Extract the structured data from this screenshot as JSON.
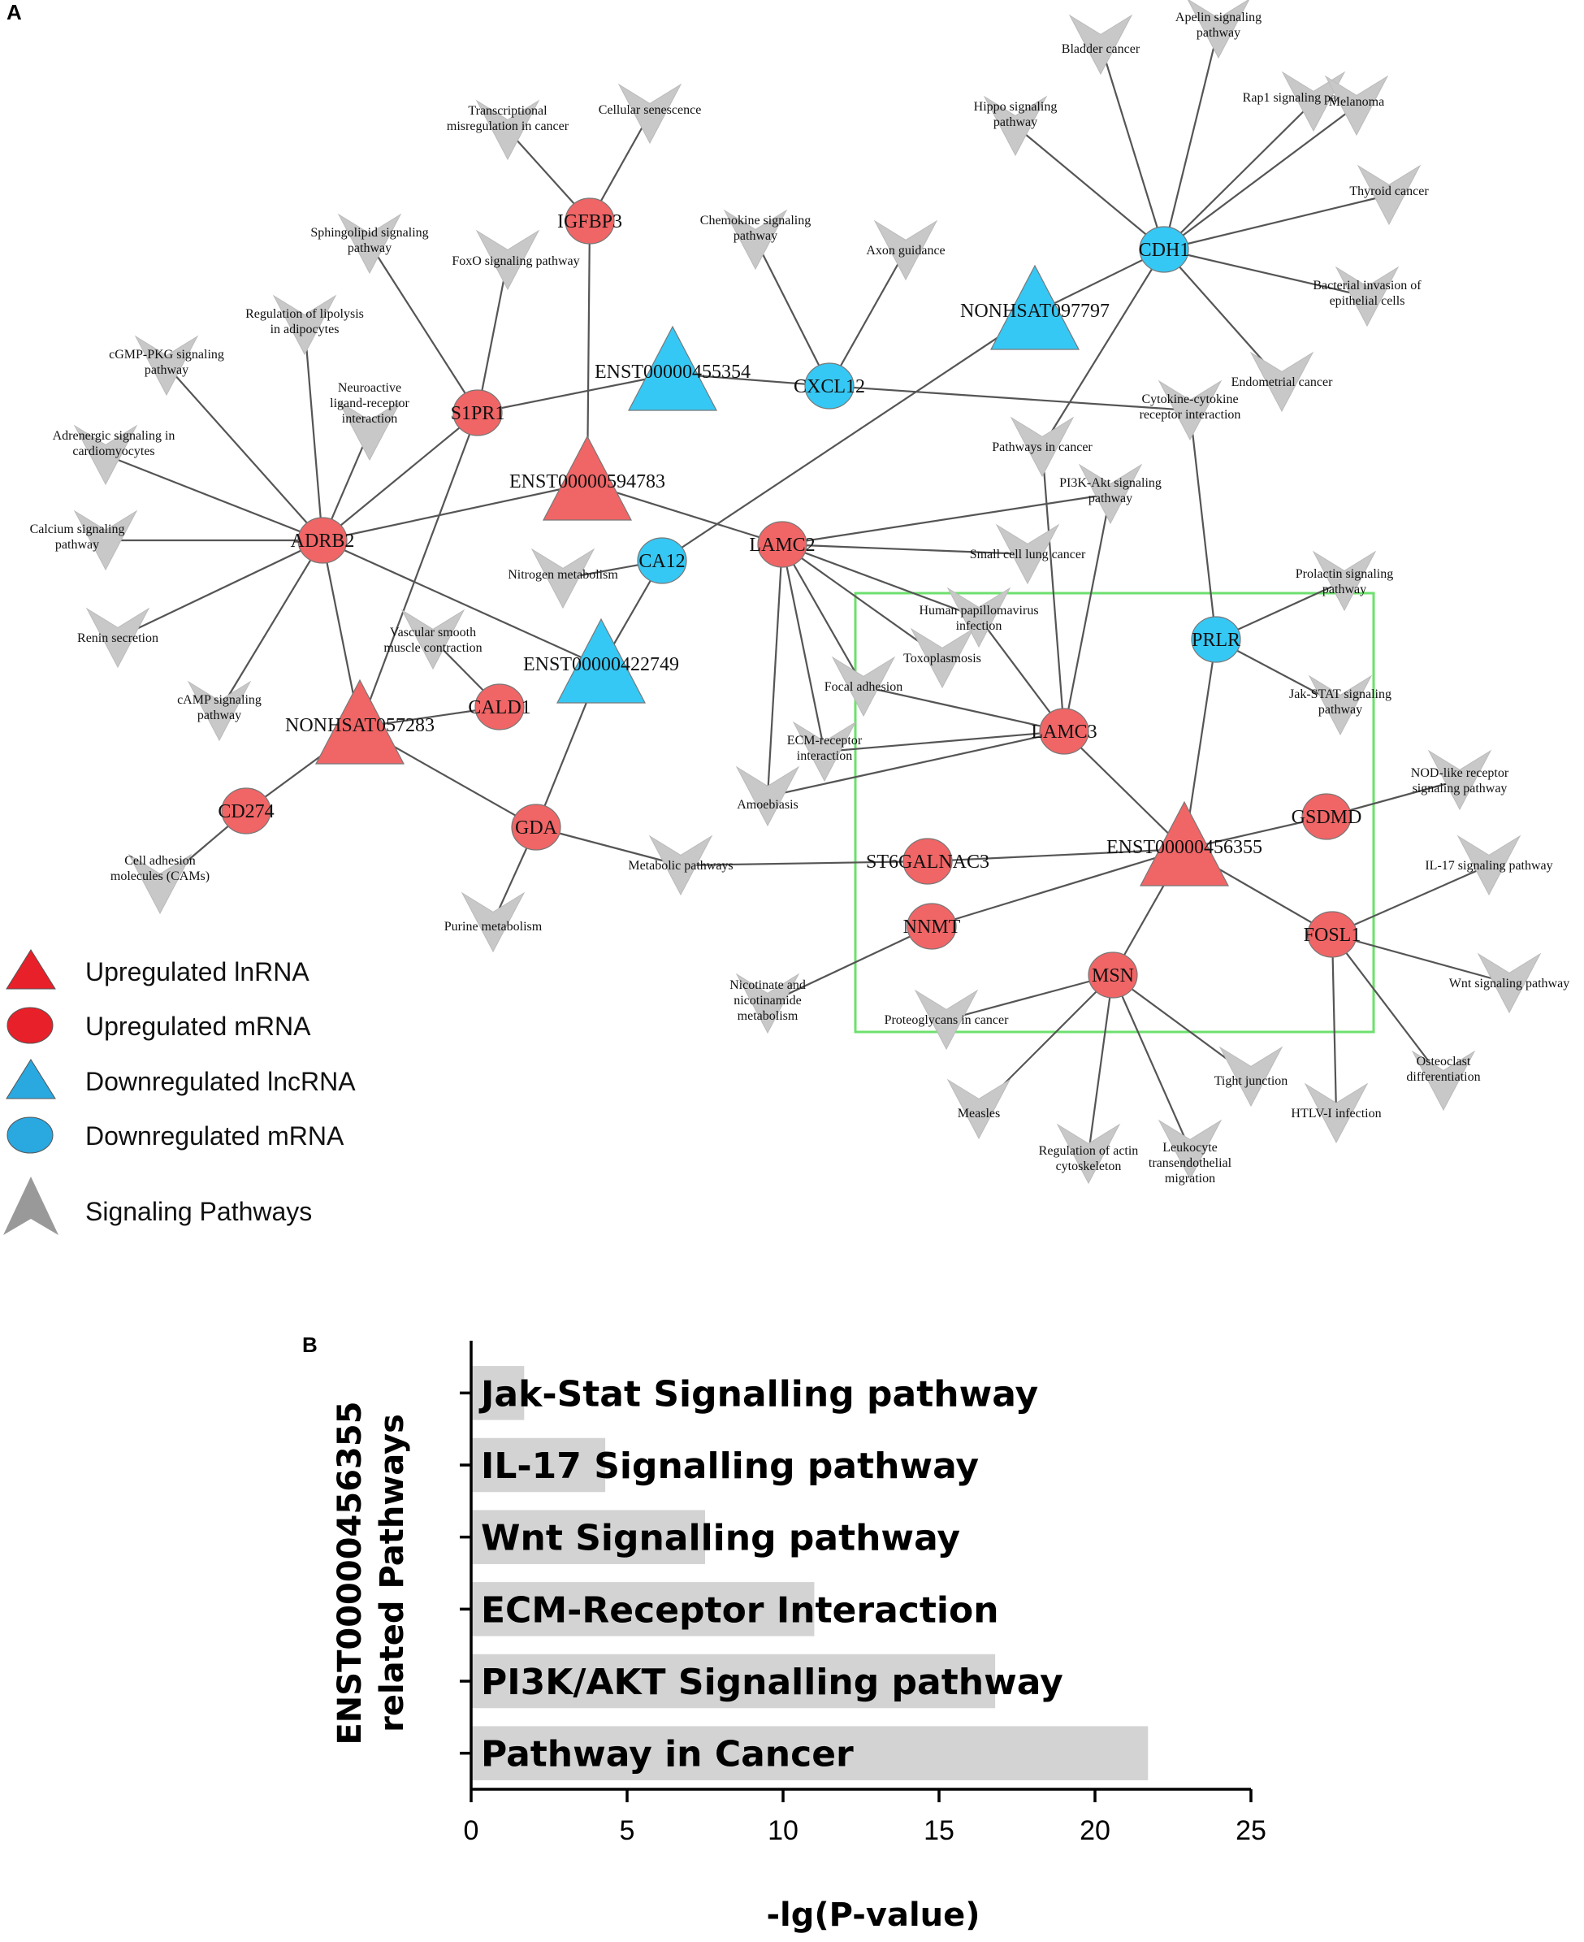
{
  "panel_a": {
    "letter": "A",
    "legend": [
      {
        "shape": "triangle",
        "color": "#e8202a",
        "label": "Upregulated lnRNA"
      },
      {
        "shape": "circle",
        "color": "#e8202a",
        "label": "Upregulated mRNA"
      },
      {
        "shape": "triangle",
        "color": "#2aa8e0",
        "label": "Downregulated lncRNA"
      },
      {
        "shape": "circle",
        "color": "#2aa8e0",
        "label": "Downregulated mRNA"
      },
      {
        "shape": "arrow",
        "color": "#999999",
        "label": "Signaling Pathways"
      }
    ],
    "colors": {
      "up": "#f06566",
      "down": "#36c8f4",
      "pathway": "#c8c8c8",
      "edge": "#555555",
      "highlight": "#6ee06e"
    },
    "nodes": {
      "IGFBP3": {
        "type": "mrna_up",
        "label": "IGFBP3"
      },
      "S1PR1": {
        "type": "mrna_up",
        "label": "S1PR1"
      },
      "ADRB2": {
        "type": "mrna_up",
        "label": "ADRB2"
      },
      "CALD1": {
        "type": "mrna_up",
        "label": "CALD1"
      },
      "CD274": {
        "type": "mrna_up",
        "label": "CD274"
      },
      "GDA": {
        "type": "mrna_up",
        "label": "GDA"
      },
      "LAMC2": {
        "type": "mrna_up",
        "label": "LAMC2"
      },
      "LAMC3": {
        "type": "mrna_up",
        "label": "LAMC3"
      },
      "ST6GALNAC3": {
        "type": "mrna_up",
        "label": "ST6GALNAC3"
      },
      "NNMT": {
        "type": "mrna_up",
        "label": "NNMT"
      },
      "MSN": {
        "type": "mrna_up",
        "label": "MSN"
      },
      "GSDMD": {
        "type": "mrna_up",
        "label": "GSDMD"
      },
      "FOSL1": {
        "type": "mrna_up",
        "label": "FOSL1"
      },
      "CDH1": {
        "type": "mrna_down",
        "label": "CDH1"
      },
      "CXCL12": {
        "type": "mrna_down",
        "label": "CXCL12"
      },
      "CA12": {
        "type": "mrna_down",
        "label": "CA12"
      },
      "PRLR": {
        "type": "mrna_down",
        "label": "PRLR"
      },
      "ENST00000594783": {
        "type": "lnc_up",
        "label": "ENST00000594783"
      },
      "NONHSAT057283": {
        "type": "lnc_up",
        "label": "NONHSAT057283"
      },
      "ENST00000456355": {
        "type": "lnc_up",
        "label": "ENST00000456355"
      },
      "ENST00000455354": {
        "type": "lnc_down",
        "label": "ENST00000455354"
      },
      "NONHSAT097797": {
        "type": "lnc_down",
        "label": "NONHSAT097797"
      },
      "ENST00000422749": {
        "type": "lnc_down",
        "label": "ENST00000422749"
      },
      "p_transcriptional": {
        "type": "pathway",
        "label": "Transcriptional\nmisregulation in cancer"
      },
      "p_senescence": {
        "type": "pathway",
        "label": "Cellular senescence"
      },
      "p_sphingolipid": {
        "type": "pathway",
        "label": "Sphingolipid signaling\npathway"
      },
      "p_foxo": {
        "type": "pathway",
        "label": "FoxO signaling pathway"
      },
      "p_lipolysis": {
        "type": "pathway",
        "label": "Regulation of lipolysis\nin adipocytes"
      },
      "p_cgmp": {
        "type": "pathway",
        "label": "cGMP-PKG signaling\npathway"
      },
      "p_neuroactive": {
        "type": "pathway",
        "label": "Neuroactive\nligand-receptor\ninteraction"
      },
      "p_adrenergic": {
        "type": "pathway",
        "label": "Adrenergic signaling in\ncardiomyocytes"
      },
      "p_calcium": {
        "type": "pathway",
        "label": "Calcium signaling\npathway"
      },
      "p_renin": {
        "type": "pathway",
        "label": "Renin secretion"
      },
      "p_camp": {
        "type": "pathway",
        "label": "cAMP signaling\npathway"
      },
      "p_vascular": {
        "type": "pathway",
        "label": "Vascular smooth\nmuscle contraction"
      },
      "p_cam": {
        "type": "pathway",
        "label": "Cell adhesion\nmolecules (CAMs)"
      },
      "p_purine": {
        "type": "pathway",
        "label": "Purine metabolism"
      },
      "p_metabolic": {
        "type": "pathway",
        "label": "Metabolic pathways"
      },
      "p_nitrogen": {
        "type": "pathway",
        "label": "Nitrogen metabolism"
      },
      "p_chemokine": {
        "type": "pathway",
        "label": "Chemokine signaling\npathway"
      },
      "p_axon": {
        "type": "pathway",
        "label": "Axon guidance"
      },
      "p_bladder": {
        "type": "pathway",
        "label": "Bladder cancer"
      },
      "p_apelin": {
        "type": "pathway",
        "label": "Apelin signaling\npathway"
      },
      "p_hippo": {
        "type": "pathway",
        "label": "Hippo signaling\npathway"
      },
      "p_rap1": {
        "type": "pathway",
        "label": "Rap1 signaling pathway"
      },
      "p_melanoma": {
        "type": "pathway",
        "label": "Melanoma"
      },
      "p_thyroid": {
        "type": "pathway",
        "label": "Thyroid cancer"
      },
      "p_bacterial": {
        "type": "pathway",
        "label": "Bacterial invasion of\nepithelial cells"
      },
      "p_endometrial": {
        "type": "pathway",
        "label": "Endometrial cancer"
      },
      "p_cytokine": {
        "type": "pathway",
        "label": "Cytokine-cytokine\nreceptor interaction"
      },
      "p_pathways_cancer": {
        "type": "pathway",
        "label": "Pathways in cancer"
      },
      "p_pi3k": {
        "type": "pathway",
        "label": "PI3K-Akt signaling\npathway"
      },
      "p_small_cell": {
        "type": "pathway",
        "label": "Small cell lung cancer"
      },
      "p_hpv": {
        "type": "pathway",
        "label": "Human papillomavirus\ninfection"
      },
      "p_toxoplasmosis": {
        "type": "pathway",
        "label": "Toxoplasmosis"
      },
      "p_focal": {
        "type": "pathway",
        "label": "Focal adhesion"
      },
      "p_ecm": {
        "type": "pathway",
        "label": "ECM-receptor\ninteraction"
      },
      "p_amoebiasis": {
        "type": "pathway",
        "label": "Amoebiasis"
      },
      "p_prolactin": {
        "type": "pathway",
        "label": "Prolactin signaling\npathway"
      },
      "p_jakstat": {
        "type": "pathway",
        "label": "Jak-STAT signaling\npathway"
      },
      "p_nod": {
        "type": "pathway",
        "label": "NOD-like receptor\nsignaling pathway"
      },
      "p_il17": {
        "type": "pathway",
        "label": "IL-17 signaling pathway"
      },
      "p_wnt": {
        "type": "pathway",
        "label": "Wnt signaling pathway"
      },
      "p_osteoclast": {
        "type": "pathway",
        "label": "Osteoclast\ndifferentiation"
      },
      "p_htlv": {
        "type": "pathway",
        "label": "HTLV-I infection"
      },
      "p_tight": {
        "type": "pathway",
        "label": "Tight junction"
      },
      "p_leukocyte": {
        "type": "pathway",
        "label": "Leukocyte\ntransendothelial\nmigration"
      },
      "p_actin": {
        "type": "pathway",
        "label": "Regulation of actin\ncytoskeleton"
      },
      "p_measles": {
        "type": "pathway",
        "label": "Measles"
      },
      "p_proteoglycans": {
        "type": "pathway",
        "label": "Proteoglycans in cancer"
      },
      "p_nicotinate": {
        "type": "pathway",
        "label": "Nicotinate and\nnicotinamide\nmetabolism"
      }
    },
    "edges": [
      [
        "IGFBP3",
        "p_transcriptional"
      ],
      [
        "IGFBP3",
        "p_senescence"
      ],
      [
        "IGFBP3",
        "ENST00000594783"
      ],
      [
        "S1PR1",
        "p_sphingolipid"
      ],
      [
        "S1PR1",
        "p_foxo"
      ],
      [
        "S1PR1",
        "ENST00000455354"
      ],
      [
        "S1PR1",
        "ADRB2"
      ],
      [
        "S1PR1",
        "NONHSAT057283"
      ],
      [
        "ADRB2",
        "p_lipolysis"
      ],
      [
        "ADRB2",
        "p_cgmp"
      ],
      [
        "ADRB2",
        "p_neuroactive"
      ],
      [
        "ADRB2",
        "p_adrenergic"
      ],
      [
        "ADRB2",
        "p_calcium"
      ],
      [
        "ADRB2",
        "p_renin"
      ],
      [
        "ADRB2",
        "p_camp"
      ],
      [
        "ADRB2",
        "ENST00000594783"
      ],
      [
        "ADRB2",
        "ENST00000422749"
      ],
      [
        "ADRB2",
        "NONHSAT057283"
      ],
      [
        "ENST00000594783",
        "LAMC2"
      ],
      [
        "ENST00000455354",
        "CXCL12"
      ],
      [
        "CXCL12",
        "p_chemokine"
      ],
      [
        "CXCL12",
        "p_axon"
      ],
      [
        "CXCL12",
        "p_cytokine"
      ],
      [
        "NONHSAT097797",
        "CDH1"
      ],
      [
        "NONHSAT097797",
        "CA12"
      ],
      [
        "CDH1",
        "p_bladder"
      ],
      [
        "CDH1",
        "p_apelin"
      ],
      [
        "CDH1",
        "p_hippo"
      ],
      [
        "CDH1",
        "p_rap1"
      ],
      [
        "CDH1",
        "p_melanoma"
      ],
      [
        "CDH1",
        "p_thyroid"
      ],
      [
        "CDH1",
        "p_bacterial"
      ],
      [
        "CDH1",
        "p_endometrial"
      ],
      [
        "CDH1",
        "p_pathways_cancer"
      ],
      [
        "CA12",
        "p_nitrogen"
      ],
      [
        "CA12",
        "ENST00000422749"
      ],
      [
        "ENST00000422749",
        "GDA"
      ],
      [
        "NONHSAT057283",
        "CALD1"
      ],
      [
        "NONHSAT057283",
        "CD274"
      ],
      [
        "NONHSAT057283",
        "GDA"
      ],
      [
        "CALD1",
        "p_vascular"
      ],
      [
        "CD274",
        "p_cam"
      ],
      [
        "GDA",
        "p_purine"
      ],
      [
        "GDA",
        "p_metabolic"
      ],
      [
        "LAMC2",
        "p_pi3k"
      ],
      [
        "LAMC2",
        "p_small_cell"
      ],
      [
        "LAMC2",
        "p_hpv"
      ],
      [
        "LAMC2",
        "p_toxoplasmosis"
      ],
      [
        "LAMC2",
        "p_focal"
      ],
      [
        "LAMC2",
        "p_ecm"
      ],
      [
        "LAMC2",
        "p_amoebiasis"
      ],
      [
        "LAMC3",
        "p_pathways_cancer"
      ],
      [
        "LAMC3",
        "p_pi3k"
      ],
      [
        "LAMC3",
        "p_hpv"
      ],
      [
        "LAMC3",
        "p_focal"
      ],
      [
        "LAMC3",
        "p_ecm"
      ],
      [
        "LAMC3",
        "p_amoebiasis"
      ],
      [
        "LAMC3",
        "ENST00000456355"
      ],
      [
        "p_cytokine",
        "PRLR"
      ],
      [
        "PRLR",
        "p_prolactin"
      ],
      [
        "PRLR",
        "p_jakstat"
      ],
      [
        "PRLR",
        "ENST00000456355"
      ],
      [
        "ENST00000456355",
        "GSDMD"
      ],
      [
        "ENST00000456355",
        "ST6GALNAC3"
      ],
      [
        "ENST00000456355",
        "NNMT"
      ],
      [
        "ENST00000456355",
        "MSN"
      ],
      [
        "ENST00000456355",
        "FOSL1"
      ],
      [
        "GSDMD",
        "p_nod"
      ],
      [
        "FOSL1",
        "p_il17"
      ],
      [
        "FOSL1",
        "p_wnt"
      ],
      [
        "FOSL1",
        "p_osteoclast"
      ],
      [
        "FOSL1",
        "p_htlv"
      ],
      [
        "ST6GALNAC3",
        "p_metabolic"
      ],
      [
        "NNMT",
        "p_nicotinate"
      ],
      [
        "MSN",
        "p_proteoglycans"
      ],
      [
        "MSN",
        "p_tight"
      ],
      [
        "MSN",
        "p_leukocyte"
      ],
      [
        "MSN",
        "p_actin"
      ],
      [
        "MSN",
        "p_measles"
      ]
    ]
  },
  "panel_b": {
    "letter": "B",
    "chart_data": {
      "type": "bar",
      "orientation": "horizontal",
      "categories": [
        "Jak-Stat Signalling pathway",
        "IL-17 Signalling pathway",
        "Wnt Signalling pathway",
        "ECM-Receptor Interaction",
        "PI3K/AKT Signalling pathway",
        "Pathway in Cancer"
      ],
      "values": [
        1.7,
        4.3,
        7.5,
        11.0,
        16.8,
        21.7
      ],
      "xlabel": "-lg(P-value)",
      "ylabel": "ENST00000456355\nrelated Pathways",
      "xlim": [
        0,
        25
      ],
      "xticks": [
        0,
        5,
        10,
        15,
        20,
        25
      ],
      "bar_color": "#d3d3d3",
      "grid": false
    }
  }
}
